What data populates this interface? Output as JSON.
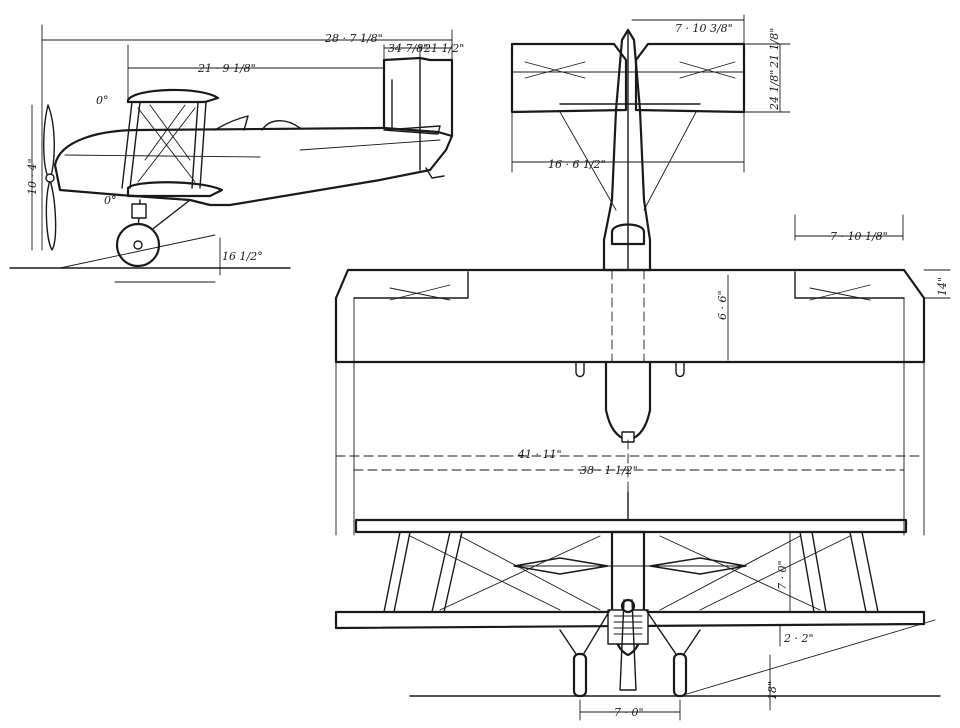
{
  "drawing": {
    "side_view": {
      "overall_length": "28 · 7 1/8\"",
      "span_21": "21 · 9 1/8\"",
      "fin_34": "34 7/8\"",
      "fin_21": "21 1/2\"",
      "height": "10 · 4\"",
      "ground_angle": "16 1/2°",
      "top_wing_incidence": "0°",
      "lower_wing_incidence": "0°"
    },
    "plan_view_tail": {
      "tailplane_width": "7 · 10 3/8\"",
      "tailplane_span": "16 · 6 1/2\"",
      "tail_chord_a": "21 1/8\"",
      "tail_chord_b": "24 1/8\""
    },
    "plan_view_wing": {
      "aileron_width": "7 · 10 1/8\"",
      "wing_chord": "6 · 6\"",
      "aileron_chord": "14\""
    },
    "front_view": {
      "upper_span": "41 · 11\"",
      "lower_span": "38 · 1 1/2\"",
      "gap": "7 · 0\"",
      "stagger": "2 · 2\"",
      "wheel_track": "7 · 0\"",
      "ground_clearance": "18\""
    }
  }
}
